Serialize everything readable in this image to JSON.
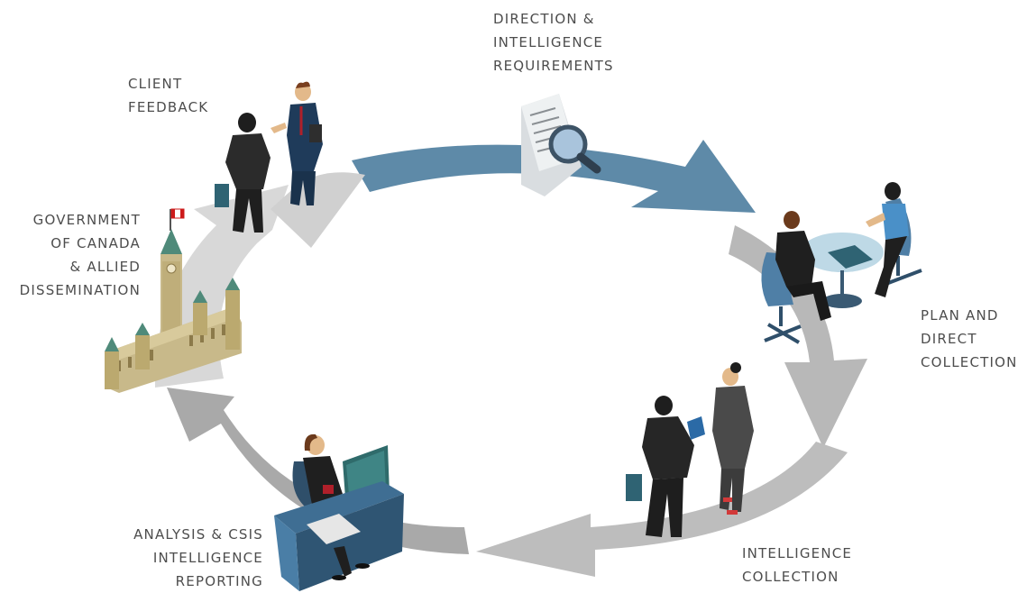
{
  "stages": {
    "direction": {
      "lines": [
        "DIRECTION &",
        "INTELLIGENCE",
        "REQUIREMENTS"
      ]
    },
    "plan": {
      "lines": [
        "PLAN AND",
        "DIRECT",
        "COLLECTION"
      ]
    },
    "collection": {
      "lines": [
        "INTELLIGENCE",
        "COLLECTION"
      ]
    },
    "analysis": {
      "lines": [
        "ANALYSIS & CSIS",
        "INTELLIGENCE",
        "REPORTING"
      ]
    },
    "dissemination": {
      "lines": [
        "GOVERNMENT",
        "OF CANADA",
        "& ALLIED",
        "DISSEMINATION"
      ]
    },
    "feedback": {
      "lines": [
        "CLIENT",
        "FEEDBACK"
      ]
    }
  },
  "colors": {
    "arrow_blue": "#5e8aa8",
    "arrow_light": "#d8d8d8",
    "arrow_mid": "#b8b8b8",
    "arrow_dark": "#a6a6a6",
    "text": "#4d4d4d",
    "building": "#c8b98a",
    "roof": "#4f8a7a",
    "suit": "#2e2e2e",
    "desk_blue": "#3f6e93"
  }
}
